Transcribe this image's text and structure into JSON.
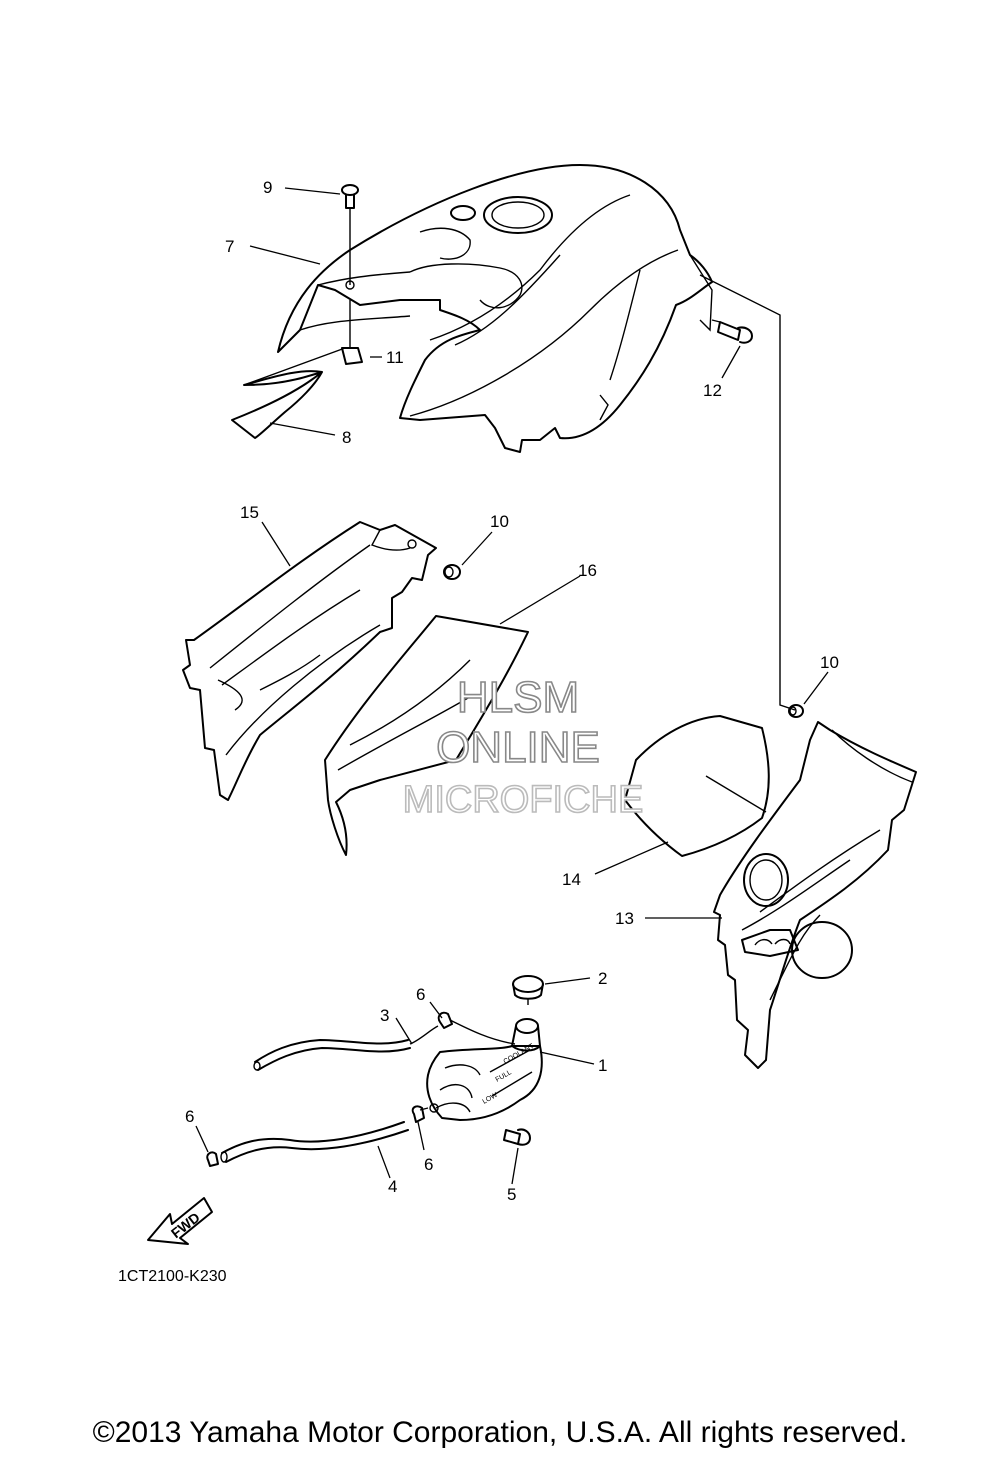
{
  "callouts": [
    "1",
    "2",
    "3",
    "4",
    "5",
    "6",
    "6",
    "6",
    "7",
    "8",
    "9",
    "10",
    "10",
    "11",
    "12",
    "13",
    "14",
    "15",
    "16"
  ],
  "watermark": {
    "line1": "HLSM",
    "line2": "ONLINE",
    "line3": "MICROFICHE"
  },
  "arrow_label": "FWD",
  "part_code": "1CT2100-K230",
  "copyright": "©2013 Yamaha Motor Corporation, U.S.A. All rights reserved."
}
